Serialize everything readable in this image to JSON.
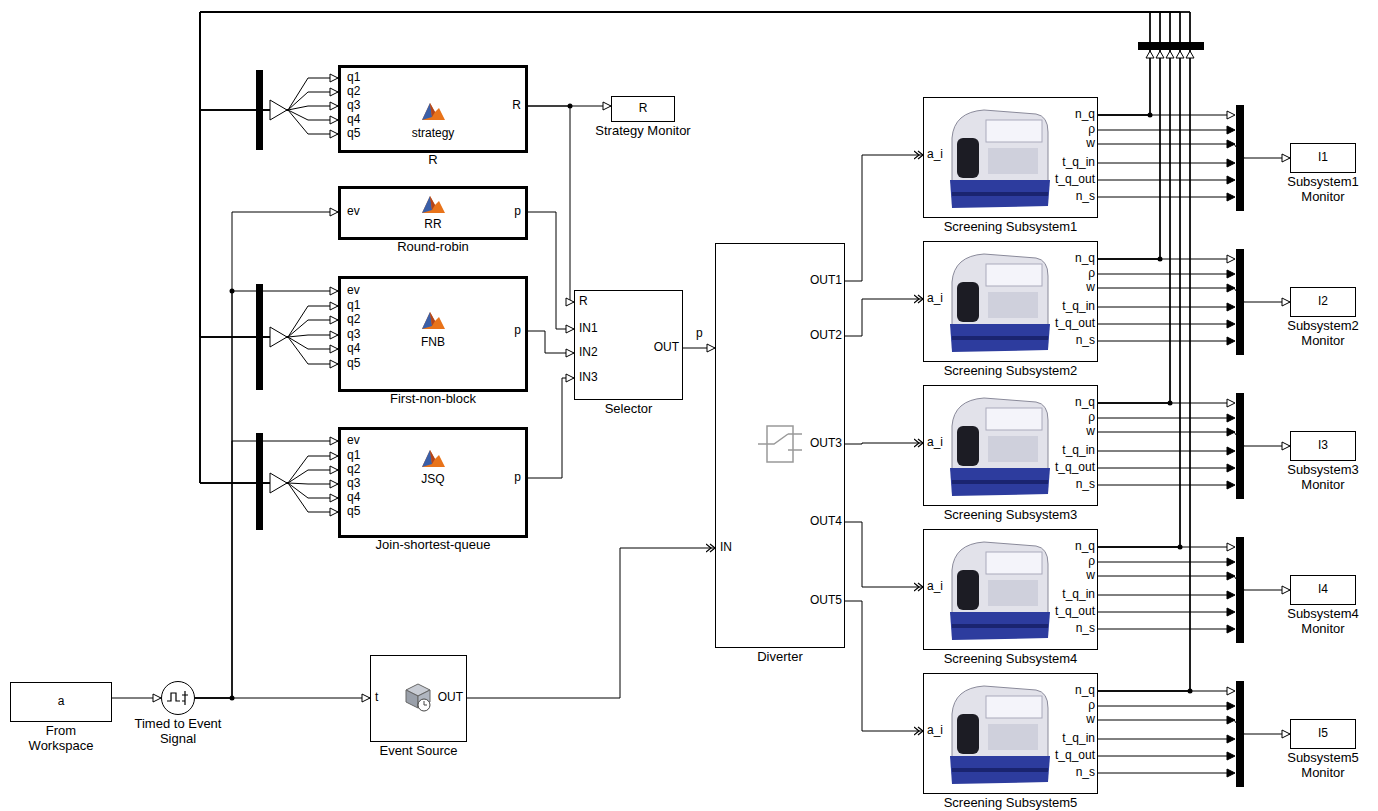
{
  "diagram": {
    "nodes": [
      {
        "text": [
          "q1",
          "q2",
          "q3",
          "q4",
          "q5",
          "strategy",
          "R",
          "R"
        ]
      },
      {
        "text": [
          "R",
          "Strategy Monitor"
        ]
      },
      {
        "text": [
          "ev",
          "RR",
          "p",
          "Round-robin"
        ]
      },
      {
        "text": [
          "ev",
          "q1",
          "q2",
          "q3",
          "q4",
          "q5",
          "FNB",
          "p",
          "First-non-block"
        ]
      },
      {
        "text": [
          "R",
          "IN1",
          "IN2",
          "IN3",
          "OUT",
          "Selector"
        ]
      },
      {
        "text": [
          "ev",
          "q1",
          "q2",
          "q3",
          "q4",
          "q5",
          "JSQ",
          "p",
          "Join-shortest-queue"
        ]
      },
      {
        "text": [
          "OUT1",
          "OUT2",
          "OUT3",
          "OUT4",
          "OUT5",
          "IN",
          "Diverter"
        ]
      },
      {
        "text": [
          "a_i",
          "n_q",
          "ρ",
          "w",
          "t_q_in",
          "t_q_out",
          "n_s",
          "Screening Subsystem1"
        ]
      },
      {
        "text": [
          "a_i",
          "n_q",
          "ρ",
          "w",
          "t_q_in",
          "t_q_out",
          "n_s",
          "Screening Subsystem2"
        ]
      },
      {
        "text": [
          "a_i",
          "n_q",
          "ρ",
          "w",
          "t_q_in",
          "t_q_out",
          "n_s",
          "Screening Subsystem3"
        ]
      },
      {
        "text": [
          "a_i",
          "n_q",
          "ρ",
          "w",
          "t_q_in",
          "t_q_out",
          "n_s",
          "Screening Subsystem4"
        ]
      },
      {
        "text": [
          "a_i",
          "n_q",
          "ρ",
          "w",
          "t_q_in",
          "t_q_out",
          "n_s",
          "Screening Subsystem5"
        ]
      },
      {
        "text": [
          "I1",
          "Subsystem1 Monitor"
        ]
      },
      {
        "text": [
          "I2",
          "Subsystem2 Monitor"
        ]
      },
      {
        "text": [
          "I3",
          "Subsystem3 Monitor"
        ]
      },
      {
        "text": [
          "I4",
          "Subsystem4 Monitor"
        ]
      },
      {
        "text": [
          "I5",
          "Subsystem5 Monitor"
        ]
      },
      {
        "text": [
          "a",
          "From Workspace"
        ]
      },
      {
        "text": [
          "Timed to Event Signal"
        ]
      },
      {
        "text": [
          "t",
          "OUT",
          "Event Source"
        ]
      }
    ],
    "edges": [
      {
        "from": 17,
        "to": 18,
        "arrow": "to"
      },
      {
        "from": 18,
        "to": 19,
        "arrow": "to"
      },
      {
        "from": 18,
        "to": 2,
        "arrow": "to"
      },
      {
        "from": 18,
        "to": 3,
        "arrow": "to"
      },
      {
        "from": 18,
        "to": 5,
        "arrow": "to"
      },
      {
        "from": 19,
        "to": 6,
        "arrow": "to"
      },
      {
        "from": 0,
        "to": 4,
        "arrow": "to"
      },
      {
        "from": 0,
        "to": 1,
        "arrow": "to"
      },
      {
        "from": 2,
        "to": 4,
        "arrow": "to"
      },
      {
        "from": 3,
        "to": 4,
        "arrow": "to"
      },
      {
        "from": 5,
        "to": 4,
        "arrow": "to"
      },
      {
        "from": 4,
        "to": 6,
        "arrow": "to"
      },
      {
        "from": 6,
        "to": 7,
        "arrow": "to"
      },
      {
        "from": 6,
        "to": 8,
        "arrow": "to"
      },
      {
        "from": 6,
        "to": 9,
        "arrow": "to"
      },
      {
        "from": 6,
        "to": 10,
        "arrow": "to"
      },
      {
        "from": 6,
        "to": 11,
        "arrow": "to"
      },
      {
        "from": 7,
        "to": 12,
        "arrow": "to"
      },
      {
        "from": 8,
        "to": 13,
        "arrow": "to"
      },
      {
        "from": 9,
        "to": 14,
        "arrow": "to"
      },
      {
        "from": 10,
        "to": 15,
        "arrow": "to"
      },
      {
        "from": 11,
        "to": 16,
        "arrow": "to"
      },
      {
        "from": 7,
        "to": 0,
        "arrow": "to"
      },
      {
        "from": 7,
        "to": 3,
        "arrow": "to"
      },
      {
        "from": 7,
        "to": 5,
        "arrow": "to"
      },
      {
        "from": 8,
        "to": 0,
        "arrow": "to"
      },
      {
        "from": 8,
        "to": 3,
        "arrow": "to"
      },
      {
        "from": 8,
        "to": 5,
        "arrow": "to"
      },
      {
        "from": 9,
        "to": 0,
        "arrow": "to"
      },
      {
        "from": 9,
        "to": 3,
        "arrow": "to"
      },
      {
        "from": 9,
        "to": 5,
        "arrow": "to"
      },
      {
        "from": 10,
        "to": 0,
        "arrow": "to"
      },
      {
        "from": 10,
        "to": 3,
        "arrow": "to"
      },
      {
        "from": 10,
        "to": 5,
        "arrow": "to"
      },
      {
        "from": 11,
        "to": 0,
        "arrow": "to"
      },
      {
        "from": 11,
        "to": 3,
        "arrow": "to"
      },
      {
        "from": 11,
        "to": 5,
        "arrow": "to"
      }
    ],
    "labels": [
      "p"
    ]
  }
}
